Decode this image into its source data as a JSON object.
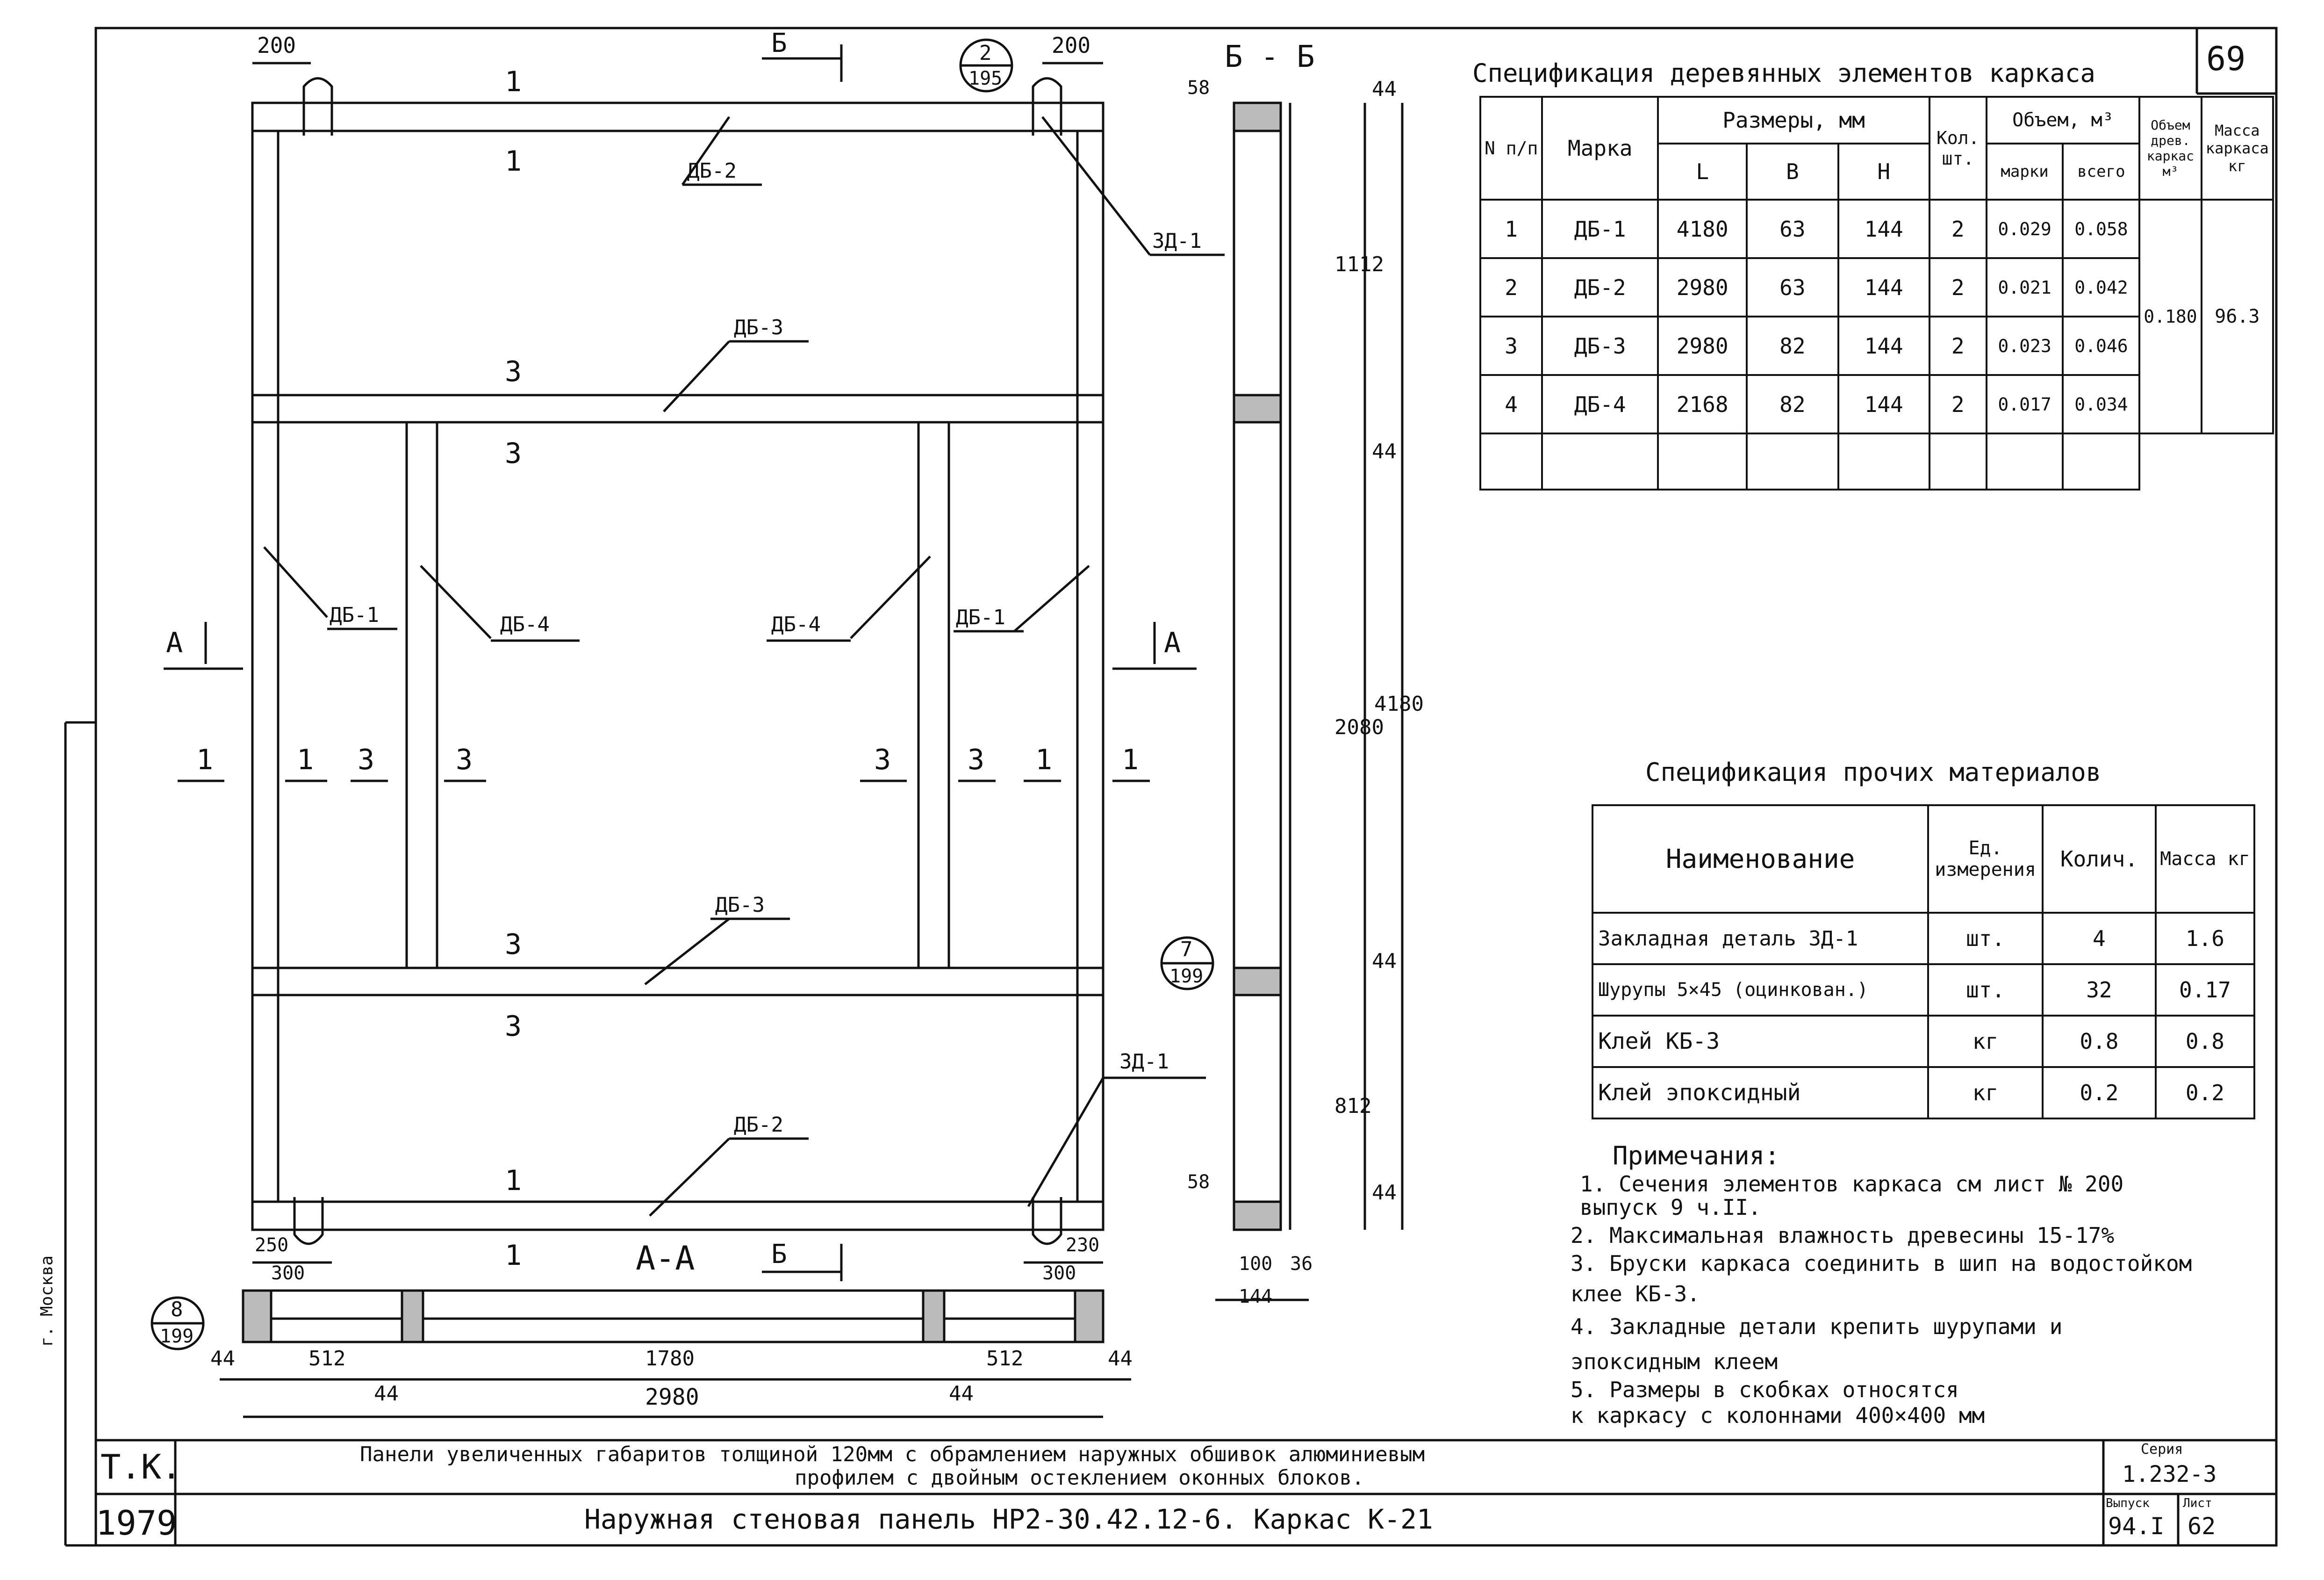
{
  "sheet_number": "69",
  "plan": {
    "top_dims": [
      "200",
      "200"
    ],
    "callout_top": [
      "2",
      "195"
    ],
    "section_b": "Б",
    "section_a": "А",
    "cut_labels": {
      "one": "1",
      "three": "3"
    },
    "members": {
      "db1": "ДБ-1",
      "db2": "ДБ-2",
      "db3": "ДБ-3",
      "db4": "ДБ-4",
      "zd1": "ЗД-1"
    },
    "bottom_dims": {
      "d250": "250",
      "d300": "300",
      "d230": "230"
    },
    "section_aa": "А-А"
  },
  "aa_section": {
    "callout": [
      "8",
      "199"
    ],
    "dims": [
      "44",
      "512",
      "1780",
      "512",
      "44"
    ],
    "sub_dims": [
      "44",
      "44"
    ],
    "total": "2980"
  },
  "bb_section": {
    "title": "Б - Б",
    "dims": {
      "d58": "58",
      "d44": "44",
      "d1112": "1112",
      "d2080": "2080",
      "d4180": "4180",
      "d812": "812",
      "d100": "100",
      "d36": "36",
      "d144": "144"
    },
    "callout": [
      "7",
      "199"
    ]
  },
  "wood_spec": {
    "title": "Спецификация деревянных элементов каркаса",
    "headers": {
      "num": "N п/п",
      "mark": "Марка",
      "sizes": "Размеры, мм",
      "L": "L",
      "B": "B",
      "H": "H",
      "qty": "Кол. шт.",
      "vol": "Объем, м³",
      "vol_mark": "марки",
      "vol_total": "всего",
      "vol_wood": "Объем древ. каркас м³",
      "mass": "Масса каркаса кг"
    },
    "rows": [
      {
        "n": "1",
        "mark": "ДБ-1",
        "L": "4180",
        "B": "63",
        "H": "144",
        "qty": "2",
        "vm": "0.029",
        "vt": "0.058"
      },
      {
        "n": "2",
        "mark": "ДБ-2",
        "L": "2980",
        "B": "63",
        "H": "144",
        "qty": "2",
        "vm": "0.021",
        "vt": "0.042"
      },
      {
        "n": "3",
        "mark": "ДБ-3",
        "L": "2980",
        "B": "82",
        "H": "144",
        "qty": "2",
        "vm": "0.023",
        "vt": "0.046"
      },
      {
        "n": "4",
        "mark": "ДБ-4",
        "L": "2168",
        "B": "82",
        "H": "144",
        "qty": "2",
        "vm": "0.017",
        "vt": "0.034"
      }
    ],
    "total_volume": "0.180",
    "total_mass": "96.3"
  },
  "other_spec": {
    "title": "Спецификация прочих материалов",
    "headers": {
      "name": "Наименование",
      "unit": "Ед. измерения",
      "qty": "Колич.",
      "mass": "Масса кг"
    },
    "rows": [
      {
        "name": "Закладная деталь ЗД-1",
        "unit": "шт.",
        "qty": "4",
        "mass": "1.6"
      },
      {
        "name": "Шурупы 5×45 (оцинкован.)",
        "unit": "шт.",
        "qty": "32",
        "mass": "0.17"
      },
      {
        "name": "Клей КБ-3",
        "unit": "кг",
        "qty": "0.8",
        "mass": "0.8"
      },
      {
        "name": "Клей эпоксидный",
        "unit": "кг",
        "qty": "0.2",
        "mass": "0.2"
      }
    ]
  },
  "notes": {
    "title": "Примечания:",
    "items": [
      "1. Сечения элементов каркаса см лист № 200",
      "   выпуск 9 ч.II.",
      "2. Максимальная влажность древесины 15-17%",
      "3. Бруски каркаса соединить в шип на водостойком",
      "   клее КБ-3.",
      "4. Закладные детали крепить шурупами и",
      "   эпоксидным клеем",
      "5. Размеры в скобках относятся",
      "   к каркасу с колоннами 400×400 мм"
    ]
  },
  "title_block": {
    "org": "Т.К.",
    "year": "1979",
    "city": "г. Москва",
    "line1": "Панели увеличенных габаритов толщиной 120мм с обрамлением наружных обшивок алюминиевым",
    "line2": "профилем с двойным остеклением оконных блоков.",
    "line3": "Наружная стеновая панель НР2-30.42.12-6. Каркас К-21",
    "series_label": "Серия",
    "series": "1.232-3",
    "issue_label": "Выпуск",
    "issue": "94.I",
    "sheet_label": "Лист",
    "sheet": "62"
  }
}
